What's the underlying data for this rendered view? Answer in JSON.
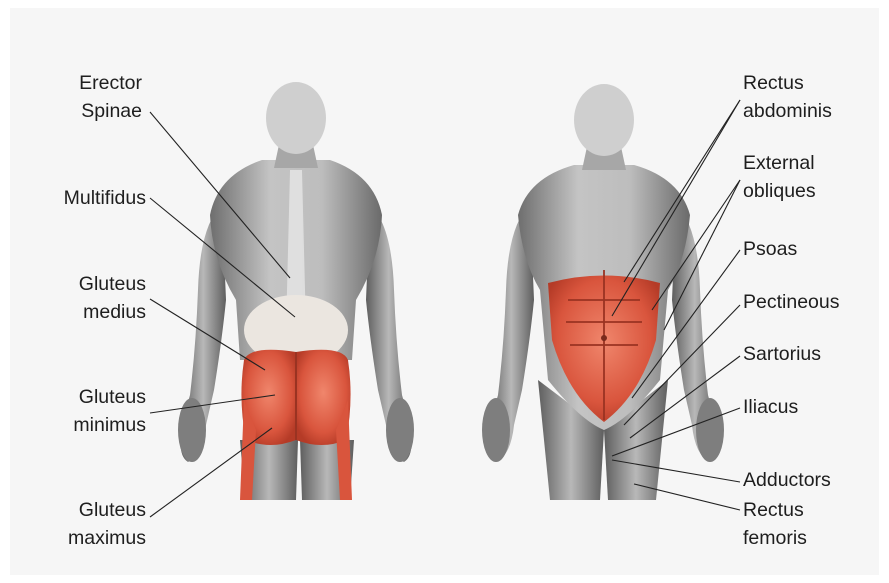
{
  "back_view": {
    "labels": {
      "erector_spinae": [
        "Erector",
        "Spinae"
      ],
      "multifidus": [
        "Multifidus"
      ],
      "gluteus_medius": [
        "Gluteus",
        "medius"
      ],
      "gluteus_minimus": [
        "Gluteus",
        "minimus"
      ],
      "gluteus_maximus": [
        "Gluteus",
        "maximus"
      ]
    }
  },
  "front_view": {
    "labels": {
      "rectus_abdominis": [
        "Rectus",
        "abdominis"
      ],
      "external_obliques": [
        "External",
        "obliques"
      ],
      "psoas": [
        "Psoas"
      ],
      "pectineous": [
        "Pectineous"
      ],
      "sartorius": [
        "Sartorius"
      ],
      "iliacus": [
        "Iliacus"
      ],
      "adductors": [
        "Adductors"
      ],
      "rectus_femoris": [
        "Rectus",
        "femoris"
      ]
    }
  },
  "colors": {
    "background": "#f6f6f6",
    "muscle_gray": "#9a9a9a",
    "highlight_red": "#d9553d",
    "leader_line": "#222222"
  }
}
